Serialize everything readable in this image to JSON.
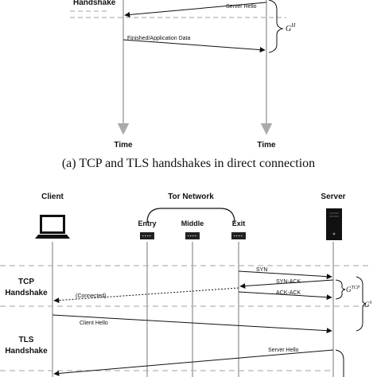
{
  "top_panel": {
    "handshake_label": "Handshake",
    "server_hello": "Server Hello",
    "finished": "Finished/Application Data",
    "brace_label": "G",
    "brace_sup": "H",
    "time_left": "Time",
    "time_right": "Time"
  },
  "caption": "(a) TCP and TLS handshakes in direct connection",
  "bottom_panel": {
    "client": "Client",
    "tor_network": "Tor Network",
    "server": "Server",
    "entry": "Entry",
    "middle": "Middle",
    "exit": "Exit",
    "tcp_label_1": "TCP",
    "tcp_label_2": "Handshake",
    "tls_label_1": "TLS",
    "tls_label_2": "Handshake",
    "syn": "SYN",
    "syn_ack": "SYN-ACK",
    "ack_ack": "ACK-ACK",
    "connected": "(Connected)",
    "client_hello": "Client Hello",
    "server_hello": "Server Hello",
    "g_tcp": "G",
    "g_tcp_sup": "TCP",
    "g_s": "G",
    "g_s_sup": "S"
  }
}
